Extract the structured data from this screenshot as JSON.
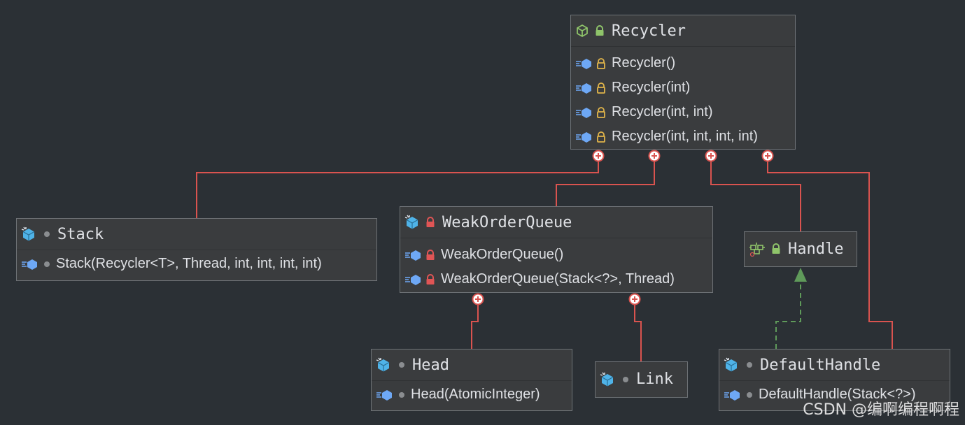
{
  "classes": {
    "recycler": {
      "name": "Recycler",
      "members": [
        "Recycler()",
        "Recycler(int)",
        "Recycler(int, int)",
        "Recycler(int, int, int, int)"
      ]
    },
    "stack": {
      "name": "Stack",
      "members": [
        "Stack(Recycler<T>, Thread, int, int, int, int)"
      ]
    },
    "weak_order_queue": {
      "name": "WeakOrderQueue",
      "members": [
        "WeakOrderQueue()",
        "WeakOrderQueue(Stack<?>, Thread)"
      ]
    },
    "handle": {
      "name": "Handle",
      "members": []
    },
    "head": {
      "name": "Head",
      "members": [
        "Head(AtomicInteger)"
      ]
    },
    "link": {
      "name": "Link",
      "members": []
    },
    "default_handle": {
      "name": "DefaultHandle",
      "members": [
        "DefaultHandle(Stack<?>)"
      ]
    }
  },
  "relations": [
    {
      "type": "inner-class",
      "from": "Recycler",
      "to": "Stack"
    },
    {
      "type": "inner-class",
      "from": "Recycler",
      "to": "WeakOrderQueue"
    },
    {
      "type": "inner-class",
      "from": "Recycler",
      "to": "Handle"
    },
    {
      "type": "inner-class",
      "from": "Recycler",
      "to": "DefaultHandle"
    },
    {
      "type": "inner-class",
      "from": "WeakOrderQueue",
      "to": "Head"
    },
    {
      "type": "inner-class",
      "from": "WeakOrderQueue",
      "to": "Link"
    },
    {
      "type": "implements",
      "from": "DefaultHandle",
      "to": "Handle"
    }
  ],
  "colors": {
    "background": "#2b3035",
    "box_fill": "#3a3c3e",
    "box_border": "#6e7276",
    "inner_class_line": "#d9534f",
    "implements_line": "#5f9a5a",
    "text": "#dfe1e5",
    "method_icon": "#6ea8f5",
    "lock_public": "#e0b44a",
    "lock_private": "#e05555",
    "lock_class": "#8fc46a"
  },
  "icons": {
    "class_abstract": "abstract-class-icon",
    "class_inner": "inner-class-icon",
    "interface": "interface-icon",
    "method": "method-icon",
    "access_public_lock": "lock-icon",
    "access_private_lock": "private-lock-icon",
    "package_private_dot": "package-private-dot-icon",
    "inner_class_marker": "circle-plus-icon"
  },
  "watermark": "CSDN @编啊编程啊程"
}
